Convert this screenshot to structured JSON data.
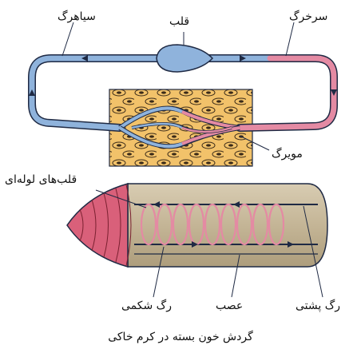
{
  "labels": {
    "vein": "سیاهرگ",
    "heart": "قلب",
    "artery": "سرخرگ",
    "capillary": "مویرگ",
    "tubular_hearts": "قلب‌های لوله‌ای",
    "ventral_vessel": "رگ شکمی",
    "nerve": "عصب",
    "dorsal_vessel": "رگ پشتی"
  },
  "caption": "گردش خون بسته در کرم خاکی",
  "colors": {
    "oxygen_poor_blood": "#8fb3dc",
    "oxygen_rich_blood": "#e48aa3",
    "tissue": "#f2c26a",
    "cell": "#d88a2e",
    "worm_body": "#c8bba0",
    "worm_head": "#d9607a",
    "outline": "#1f2a44"
  },
  "icons": [
    "heart-icon"
  ]
}
